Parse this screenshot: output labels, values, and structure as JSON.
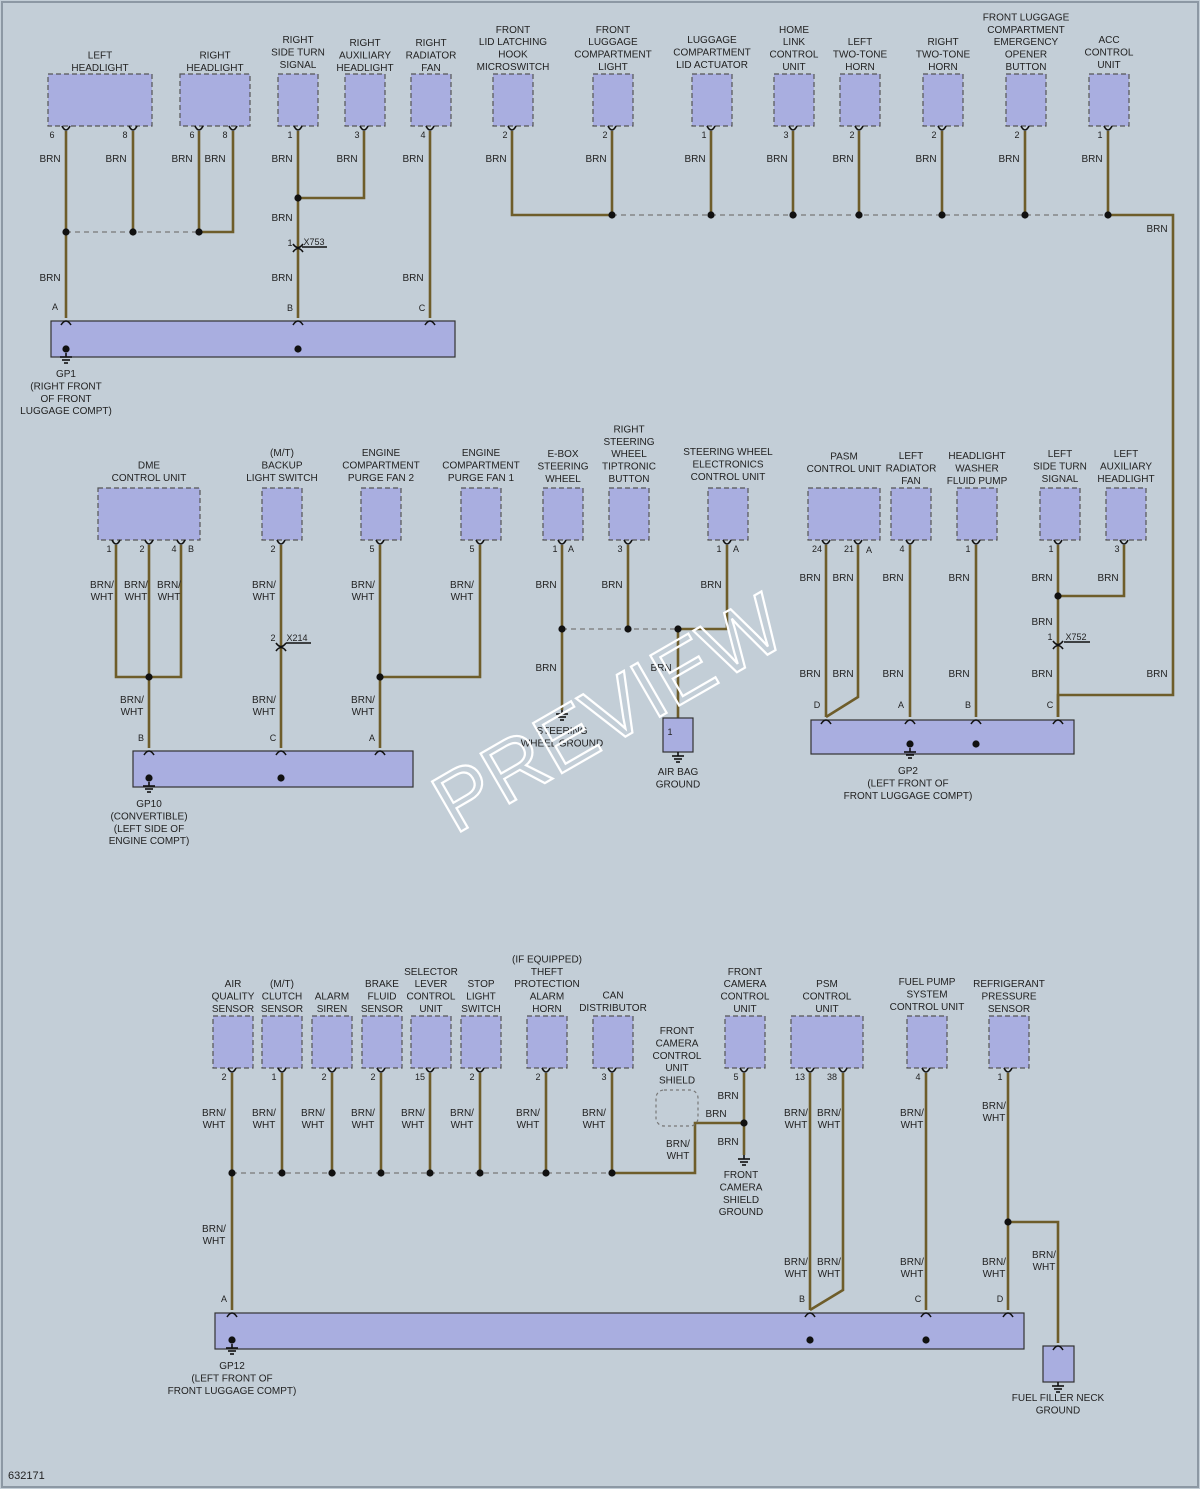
{
  "diagram_id": "632171",
  "watermark": "PREVIEW",
  "wire_colors": {
    "brn": "BRN",
    "brn_wht_1": "BRN/",
    "brn_wht_2": "WHT"
  },
  "colors": {
    "background": "#c3ced7",
    "component": "#a9aee0",
    "wire": "#6e5d2a"
  },
  "connectors": {
    "x753": "X753",
    "x752": "X752",
    "x214": "X214",
    "pin1": "1",
    "pin2": "2"
  },
  "grounds": {
    "gp1": [
      "GP1",
      "(RIGHT FRONT",
      "OF FRONT",
      "LUGGAGE COMPT)"
    ],
    "gp2": [
      "GP2",
      "(LEFT FRONT OF",
      "FRONT LUGGAGE COMPT)"
    ],
    "gp10": [
      "GP10",
      "(CONVERTIBLE)",
      "(LEFT SIDE OF",
      "ENGINE COMPT)"
    ],
    "gp12": [
      "GP12",
      "(LEFT FRONT OF",
      "FRONT LUGGAGE COMPT)"
    ],
    "steering": [
      "STEERING",
      "WHEEL GROUND"
    ],
    "airbag": [
      "AIR BAG",
      "GROUND"
    ],
    "front_camera_shield": [
      "FRONT",
      "CAMERA",
      "SHIELD",
      "GROUND"
    ],
    "fuel_filler": [
      "FUEL FILLER NECK",
      "GROUND"
    ]
  },
  "bus_pins": {
    "a": "A",
    "b": "B",
    "c": "C",
    "d": "D"
  },
  "components": {
    "left_headlight": {
      "lines": [
        "LEFT",
        "HEADLIGHT"
      ],
      "pins": [
        "6",
        "8"
      ]
    },
    "right_headlight": {
      "lines": [
        "RIGHT",
        "HEADLIGHT"
      ],
      "pins": [
        "6",
        "8"
      ]
    },
    "right_side_turn": {
      "lines": [
        "RIGHT",
        "SIDE TURN",
        "SIGNAL"
      ],
      "pins": [
        "1"
      ]
    },
    "right_aux_headlight": {
      "lines": [
        "RIGHT",
        "AUXILIARY",
        "HEADLIGHT"
      ],
      "pins": [
        "3"
      ]
    },
    "right_radiator_fan": {
      "lines": [
        "RIGHT",
        "RADIATOR",
        "FAN"
      ],
      "pins": [
        "4"
      ]
    },
    "front_lid_latch": {
      "lines": [
        "FRONT",
        "LID LATCHING",
        "HOOK",
        "MICROSWITCH"
      ],
      "pins": [
        "2"
      ]
    },
    "front_luggage_light": {
      "lines": [
        "FRONT",
        "LUGGAGE",
        "COMPARTMENT",
        "LIGHT"
      ],
      "pins": [
        "2"
      ]
    },
    "luggage_lid_actuator": {
      "lines": [
        "LUGGAGE",
        "COMPARTMENT",
        "LID ACTUATOR"
      ],
      "pins": [
        "1"
      ]
    },
    "home_link": {
      "lines": [
        "HOME",
        "LINK",
        "CONTROL",
        "UNIT"
      ],
      "pins": [
        "3"
      ]
    },
    "left_horn": {
      "lines": [
        "LEFT",
        "TWO-TONE",
        "HORN"
      ],
      "pins": [
        "2"
      ]
    },
    "right_horn": {
      "lines": [
        "RIGHT",
        "TWO-TONE",
        "HORN"
      ],
      "pins": [
        "2"
      ]
    },
    "emergency_opener": {
      "lines": [
        "FRONT LUGGAGE",
        "COMPARTMENT",
        "EMERGENCY",
        "OPENER",
        "BUTTON"
      ],
      "pins": [
        "2"
      ]
    },
    "acc_unit": {
      "lines": [
        "ACC",
        "CONTROL",
        "UNIT"
      ],
      "pins": [
        "1"
      ]
    },
    "dme": {
      "lines": [
        "DME",
        "CONTROL UNIT"
      ],
      "pins": [
        "1",
        "2",
        "4",
        "B"
      ]
    },
    "backup_switch": {
      "lines": [
        "(M/T)",
        "BACKUP",
        "LIGHT SWITCH"
      ],
      "pins": [
        "2"
      ]
    },
    "purge_fan2": {
      "lines": [
        "ENGINE",
        "COMPARTMENT",
        "PURGE FAN 2"
      ],
      "pins": [
        "5"
      ]
    },
    "purge_fan1": {
      "lines": [
        "ENGINE",
        "COMPARTMENT",
        "PURGE FAN 1"
      ],
      "pins": [
        "5"
      ]
    },
    "ebox_steering": {
      "lines": [
        "E-BOX",
        "STEERING",
        "WHEEL"
      ],
      "pins": [
        "1",
        "A"
      ]
    },
    "tiptronic": {
      "lines": [
        "RIGHT",
        "STEERING",
        "WHEEL",
        "TIPTRONIC",
        "BUTTON"
      ],
      "pins": [
        "3"
      ]
    },
    "steering_elec": {
      "lines": [
        "STEERING WHEEL",
        "ELECTRONICS",
        "CONTROL UNIT"
      ],
      "pins": [
        "1",
        "A"
      ]
    },
    "pasm": {
      "lines": [
        "PASM",
        "CONTROL UNIT"
      ],
      "pins": [
        "24",
        "21",
        "A"
      ]
    },
    "left_radiator_fan": {
      "lines": [
        "LEFT",
        "RADIATOR",
        "FAN"
      ],
      "pins": [
        "4"
      ]
    },
    "washer_pump": {
      "lines": [
        "HEADLIGHT",
        "WASHER",
        "FLUID PUMP"
      ],
      "pins": [
        "1"
      ]
    },
    "left_side_turn": {
      "lines": [
        "LEFT",
        "SIDE TURN",
        "SIGNAL"
      ],
      "pins": [
        "1"
      ]
    },
    "left_aux_headlight": {
      "lines": [
        "LEFT",
        "AUXILIARY",
        "HEADLIGHT"
      ],
      "pins": [
        "3"
      ]
    },
    "air_quality": {
      "lines": [
        "AIR",
        "QUALITY",
        "SENSOR"
      ],
      "pins": [
        "2"
      ]
    },
    "clutch_sensor": {
      "lines": [
        "(M/T)",
        "CLUTCH",
        "SENSOR"
      ],
      "pins": [
        "1"
      ]
    },
    "alarm_siren": {
      "lines": [
        "ALARM",
        "SIREN"
      ],
      "pins": [
        "2"
      ]
    },
    "brake_fluid": {
      "lines": [
        "BRAKE",
        "FLUID",
        "SENSOR"
      ],
      "pins": [
        "2"
      ]
    },
    "selector_lever": {
      "lines": [
        "SELECTOR",
        "LEVER",
        "CONTROL",
        "UNIT"
      ],
      "pins": [
        "15"
      ]
    },
    "stop_light": {
      "lines": [
        "STOP",
        "LIGHT",
        "SWITCH"
      ],
      "pins": [
        "2"
      ]
    },
    "theft_horn": {
      "lines": [
        "(IF EQUIPPED)",
        "THEFT",
        "PROTECTION",
        "ALARM",
        "HORN"
      ],
      "pins": [
        "2"
      ]
    },
    "can_distributor": {
      "lines": [
        "CAN",
        "DISTRIBUTOR"
      ],
      "pins": [
        "3"
      ]
    },
    "front_camera_shield_comp": {
      "lines": [
        "FRONT",
        "CAMERA",
        "CONTROL",
        "UNIT",
        "SHIELD"
      ],
      "pins": []
    },
    "front_camera_unit": {
      "lines": [
        "FRONT",
        "CAMERA",
        "CONTROL",
        "UNIT"
      ],
      "pins": [
        "5"
      ]
    },
    "psm": {
      "lines": [
        "PSM",
        "CONTROL",
        "UNIT"
      ],
      "pins": [
        "13",
        "38"
      ]
    },
    "fuel_pump_unit": {
      "lines": [
        "FUEL PUMP",
        "SYSTEM",
        "CONTROL UNIT"
      ],
      "pins": [
        "4"
      ]
    },
    "refrigerant_sensor": {
      "lines": [
        "REFRIGERANT",
        "PRESSURE",
        "SENSOR"
      ],
      "pins": [
        "1"
      ]
    }
  }
}
